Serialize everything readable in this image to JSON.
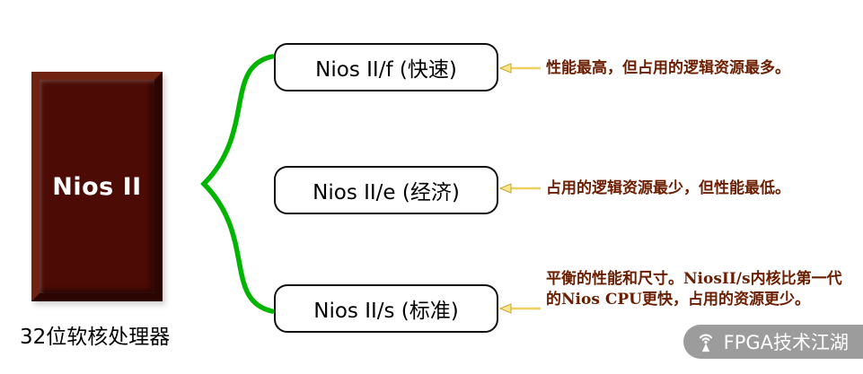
{
  "diagram": {
    "main": {
      "title": "Nios II",
      "caption": "32位软核处理器"
    },
    "variants": [
      {
        "label": "Nios II/f (快速)",
        "description": "性能最高，但占用的逻辑资源最多。"
      },
      {
        "label": "Nios II/e (经济)",
        "description": "占用的逻辑资源最少，但性能最低。"
      },
      {
        "label": "Nios II/s (标准)",
        "description": "平衡的性能和尺寸。NiosII/s内核比第一代的Nios CPU更快，占用的资源更少。"
      }
    ]
  },
  "watermark": {
    "label": "FPGA技术江湖",
    "icon": "signal-tower-icon"
  },
  "colors": {
    "main_box_fill": "#4c0b05",
    "main_box_text": "#ffffff",
    "brace_green": "#00b400",
    "arrow_yellow": "#f7e88f",
    "description_text": "#6b1d00",
    "variant_border": "#101010",
    "watermark_bg": "#949494",
    "watermark_text": "#ffffff"
  }
}
